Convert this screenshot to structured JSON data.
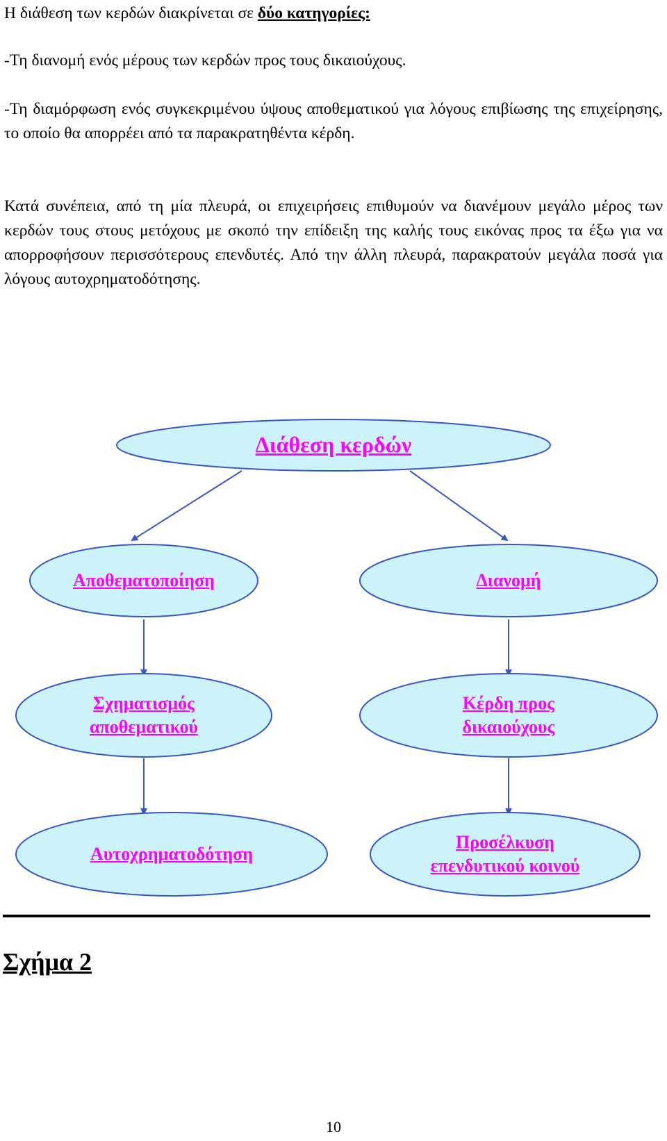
{
  "text": {
    "intro_prefix": "Η διάθεση των κερδών διακρίνεται σε ",
    "intro_emphasis": "δύο κατηγορίες:",
    "option1": "-Τη διανομή ενός μέρους των κερδών προς τους δικαιούχους.",
    "option2": "-Τη διαμόρφωση ενός συγκεκριμένου ύψους αποθεματικού για λόγους επιβίωσης της επιχείρησης, το οποίο θα απορρέει από τα παρακρατηθέντα κέρδη.",
    "consequence": "Κατά συνέπεια, από τη μία πλευρά, οι επιχειρήσεις επιθυμούν να διανέμουν μεγάλο μέρος των κερδών τους στους μετόχους με σκοπό την επίδειξη της καλής τους εικόνας προς τα έξω για να απορροφήσουν περισσότερους επενδυτές. Από την άλλη πλευρά, παρακρατούν μεγάλα ποσά για λόγους αυτοχρηματοδότησης."
  },
  "diagram": {
    "root": "Διάθεση κερδών",
    "left": {
      "level1": "Αποθεματοποίηση",
      "level2_line1": "Σχηματισμός",
      "level2_line2": "αποθεματικού",
      "level3": "Αυτοχρηματοδότηση"
    },
    "right": {
      "level1": "Διανομή",
      "level2_line1": "Κέρδη προς",
      "level2_line2": "δικαιούχους",
      "level3_line1": "Προσέλκυση",
      "level3_line2": "επενδυτικού κοινού"
    },
    "colors": {
      "node_fill": "#ccf2fa",
      "node_stroke": "#3a56c5",
      "label": "#ff00ff",
      "arrow": "#3a56c5"
    }
  },
  "figure_label": "Σχήμα 2",
  "page_number": "10"
}
